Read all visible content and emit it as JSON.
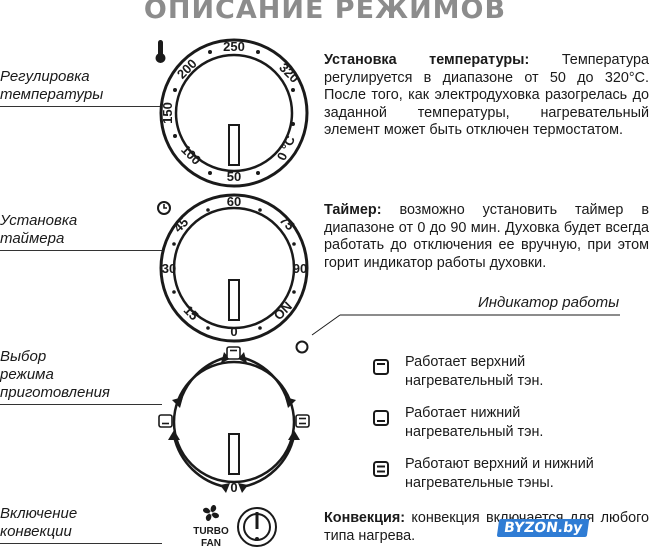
{
  "page_title": "ОПИСАНИЕ РЕЖИМОВ",
  "labels": {
    "temperature": [
      "Регулировка",
      "температуры"
    ],
    "timer": [
      "Установка",
      "таймера"
    ],
    "mode": [
      "Выбор",
      "режима",
      "приготовления"
    ],
    "convection": [
      "Включение",
      "конвекции"
    ]
  },
  "temperature_knob": {
    "scale": [
      "250",
      "320",
      "0 °C",
      "50",
      "100",
      "150",
      "200"
    ]
  },
  "timer_knob": {
    "scale": [
      "60",
      "75",
      "90",
      "ON",
      "0",
      "15",
      "30",
      "45"
    ]
  },
  "mode_knob": {
    "zero_label": "0"
  },
  "turbo": {
    "line1": "TURBO",
    "line2": "FAN"
  },
  "descriptions": {
    "temperature": {
      "heading": "Установка температуры:",
      "body": "Температура регулируется в диапазоне от 50 до 320°C. После того, как электродуховка разогрелась до заданной температуры, нагревательный элемент может быть отключен термостатом."
    },
    "timer": {
      "heading": "Таймер:",
      "body": "возможно установить таймер в диапазоне от 0 до 90 мин. Духовка будет всегда работать до отключения ее вручную, при этом горит индикатор работы духовки."
    },
    "convection": {
      "heading": "Конвекция:",
      "body": "конвекция включается для любого типа нагрева."
    }
  },
  "indicator_label": "Индикатор работы",
  "modes": [
    {
      "icon": "top-heater-icon",
      "line1": "Работает верхний",
      "line2": "нагревательный тэн."
    },
    {
      "icon": "bottom-heater-icon",
      "line1": "Работает нижний",
      "line2": "нагревательный тэн."
    },
    {
      "icon": "top-bottom-heater-icon",
      "line1": "Работают верхний и нижний",
      "line2": "нагревательные тэны."
    }
  ],
  "watermark": "BYZON.by"
}
